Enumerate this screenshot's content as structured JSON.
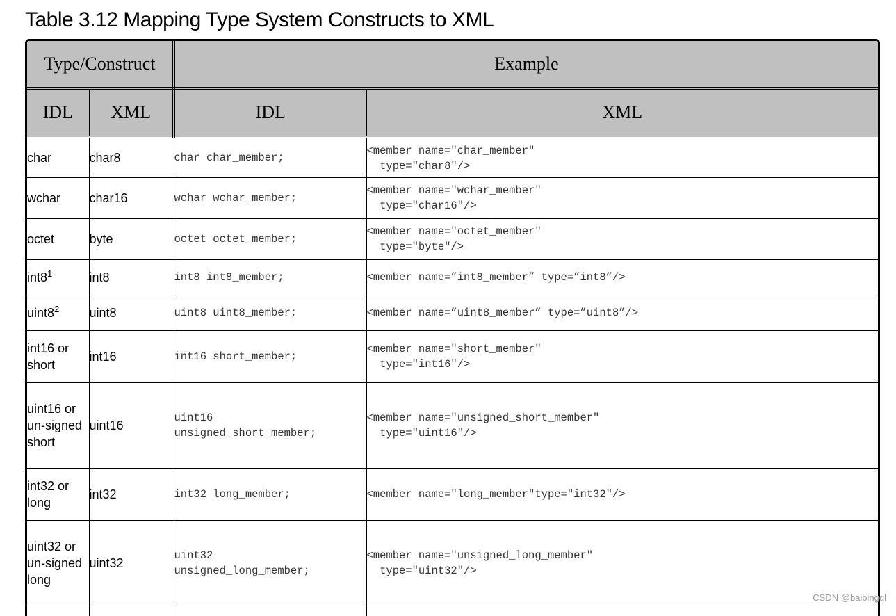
{
  "title": "Table 3.12 Mapping Type System Constructs to XML",
  "header": {
    "group_type_construct": "Type/Construct",
    "group_example": "Example",
    "col_idl_type": "IDL",
    "col_xml_type": "XML",
    "col_idl_example": "IDL",
    "col_xml_example": "XML"
  },
  "rows": [
    {
      "idl": "char",
      "xml": "char8",
      "idl_example": "char char_member;",
      "xml_example": "<member name=\"char_member\"\n  type=\"char8\"/>"
    },
    {
      "idl": "wchar",
      "xml": "char16",
      "idl_example": "wchar wchar_member;",
      "xml_example": "<member name=\"wchar_member\"\n  type=\"char16\"/>"
    },
    {
      "idl": "octet",
      "xml": "byte",
      "idl_example": "octet octet_member;",
      "xml_example": "<member name=\"octet_member\"\n  type=\"byte\"/>"
    },
    {
      "idl": "int8",
      "idl_note": "1",
      "xml": "int8",
      "idl_example": "int8 int8_member;",
      "xml_example": "<member name=”int8_member” type=”int8”/>"
    },
    {
      "idl": "uint8",
      "idl_note": "2",
      "xml": "uint8",
      "idl_example": "uint8 uint8_member;",
      "xml_example": "<member name=”uint8_member” type=”uint8”/>"
    },
    {
      "idl": "int16 or short",
      "xml": "int16",
      "idl_example": "int16 short_member;",
      "xml_example": "<member name=\"short_member\"\n  type=\"int16\"/>"
    },
    {
      "idl": "uint16 or un-signed short",
      "xml": "uint16",
      "idl_example": "uint16\nunsigned_short_member;",
      "xml_example": "<member name=\"unsigned_short_member\"\n  type=\"uint16\"/>"
    },
    {
      "idl": "int32 or long",
      "xml": "int32",
      "idl_example": "int32 long_member;",
      "xml_example": "<member name=\"long_member\"type=\"int32\"/>"
    },
    {
      "idl": "uint32 or un-signed long",
      "xml": "uint32",
      "idl_example": "uint32\nunsigned_long_member;",
      "xml_example": "<member name=\"unsigned_long_member\"\n  type=\"uint32\"/>"
    }
  ],
  "watermark": "CSDN @baibingql"
}
